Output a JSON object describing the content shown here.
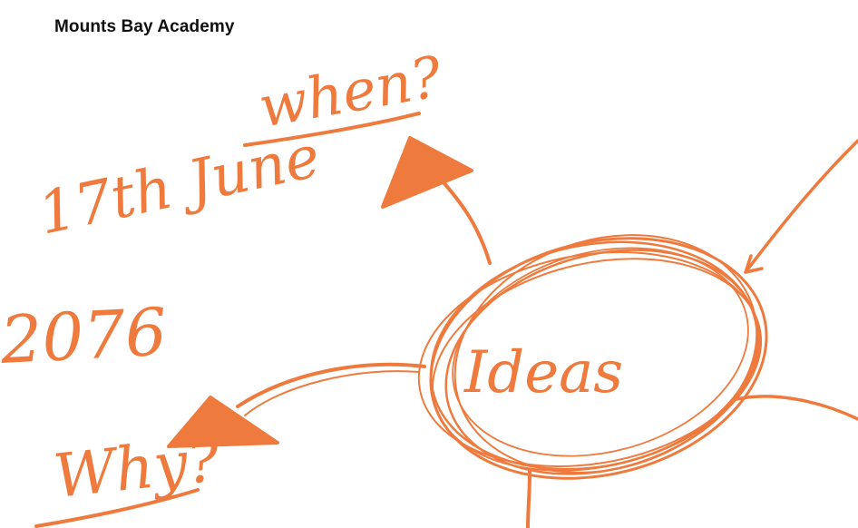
{
  "header": {
    "title": "Mounts Bay Academy"
  },
  "mind_map": {
    "center_label": "Ideas",
    "when_label": "when?",
    "date_label": "17th June",
    "year_label": "2076",
    "why_label": "Why?"
  },
  "colors": {
    "ink": "#ee7a3e",
    "header_text": "#111111",
    "background": "#ffffff"
  }
}
